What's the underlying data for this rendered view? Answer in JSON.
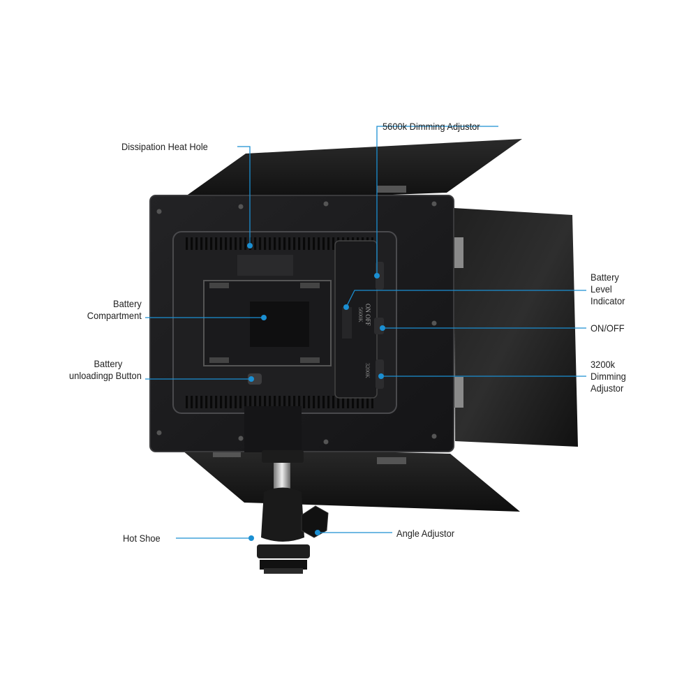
{
  "colors": {
    "callout": "#1b8fd2",
    "panel": "#1c1c1e",
    "panel_edge": "#3a3a3c",
    "barndoor": "#151515",
    "background": "#ffffff"
  },
  "callouts": {
    "dissipation_heat_hole": "Dissipation Heat Hole",
    "battery_compartment": [
      "Battery",
      "Compartment"
    ],
    "battery_unloading_button": [
      "Battery",
      "unloadingp Button"
    ],
    "hot_shoe": "Hot Shoe",
    "dimming_5600k": "5600k Dimming Adjustor",
    "battery_level_indicator": [
      "Battery",
      "Level",
      "Indicator"
    ],
    "on_off": "ON/OFF",
    "dimming_3200k": [
      "3200k",
      "Dimming",
      "Adjustor"
    ],
    "angle_adjustor": "Angle Adjustor"
  },
  "device_markings": {
    "on_off_text": "ON  OFF",
    "battery_text": "5600K",
    "lower_text": "3200K"
  }
}
